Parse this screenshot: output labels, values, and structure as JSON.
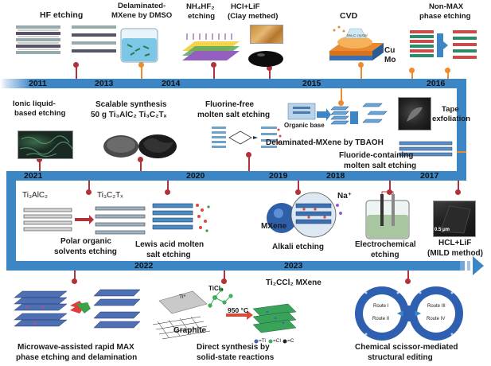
{
  "years": {
    "y2011": "2011",
    "y2013": "2013",
    "y2014": "2014",
    "y2015": "2015",
    "y2016": "2016",
    "y2017": "2017",
    "y2018": "2018",
    "y2019": "2019",
    "y2020": "2020",
    "y2021": "2021",
    "y2022": "2022",
    "y2023": "2023"
  },
  "methods": {
    "hf": "HF etching",
    "dmso_1": "Delaminated-",
    "dmso_2": "MXene by DMSO",
    "nh4hf2_1": "NH₄HF₂",
    "nh4hf2_2": "etching",
    "hcl_lif_1": "HCl+LiF",
    "hcl_lif_2": "(Clay methed)",
    "cvd": "CVD",
    "nonmax_1": "Non-MAX",
    "nonmax_2": "phase etching",
    "ionic_1": "Ionic liquid-",
    "ionic_2": "based etching",
    "scalable_1": "Scalable synthesis",
    "scalable_2": "50 g Ti₃AlC₂  Ti₃C₂Tₓ",
    "ffree_1": "Fluorine-free",
    "ffree_2": "molten salt etching",
    "tbaoh": "Delaminated-MXene by TBAOH",
    "tape_1": "Tape",
    "tape_2": "exfoliation",
    "fcont_1": "Fluoride-containing",
    "fcont_2": "molten salt etching",
    "polar_1": "Polar organic",
    "polar_2": "solvents etching",
    "lewis_1": "Lewis acid molten",
    "lewis_2": "salt etching",
    "alkali": "Alkali etching",
    "electro_1": "Electrochemical",
    "electro_2": "etching",
    "mild_1": "HCL+LiF",
    "mild_2": "(MILD method)",
    "microwave_1": "Microwave-assisted rapid MAX",
    "microwave_2": "phase etching and delamination",
    "direct_1": "Direct synthesis by",
    "direct_2": "solid-state reactions",
    "scissor_1": "Chemical scissor-mediated",
    "scissor_2": "structural editing"
  },
  "inset_labels": {
    "cu": "Cu",
    "mo": "Mo",
    "mo2c": "Mo₂C crystal",
    "organic_base": "Organic base",
    "ti3alc2": "Ti₃AlC₂",
    "ti3c2tx": "Ti₃C₂Tₓ",
    "mxene": "MXene",
    "na_plus": "Na⁺",
    "graphite": "Graphite",
    "ti_star": "Ti*",
    "ticl4": "TiCl₄",
    "temp": "950 °C",
    "ti2ccl2": "Ti₂CCl₂ MXene",
    "legend_ti": "=Ti",
    "legend_cl": "=Cl",
    "legend_c": "=C",
    "scale": "0.5 μm",
    "route1": "Route I",
    "route2": "Route II",
    "route3": "Route III",
    "route4": "Route IV"
  },
  "colors": {
    "band": "#3d86c6",
    "marker": "#b0323a",
    "accent": "#ef8a2e"
  }
}
